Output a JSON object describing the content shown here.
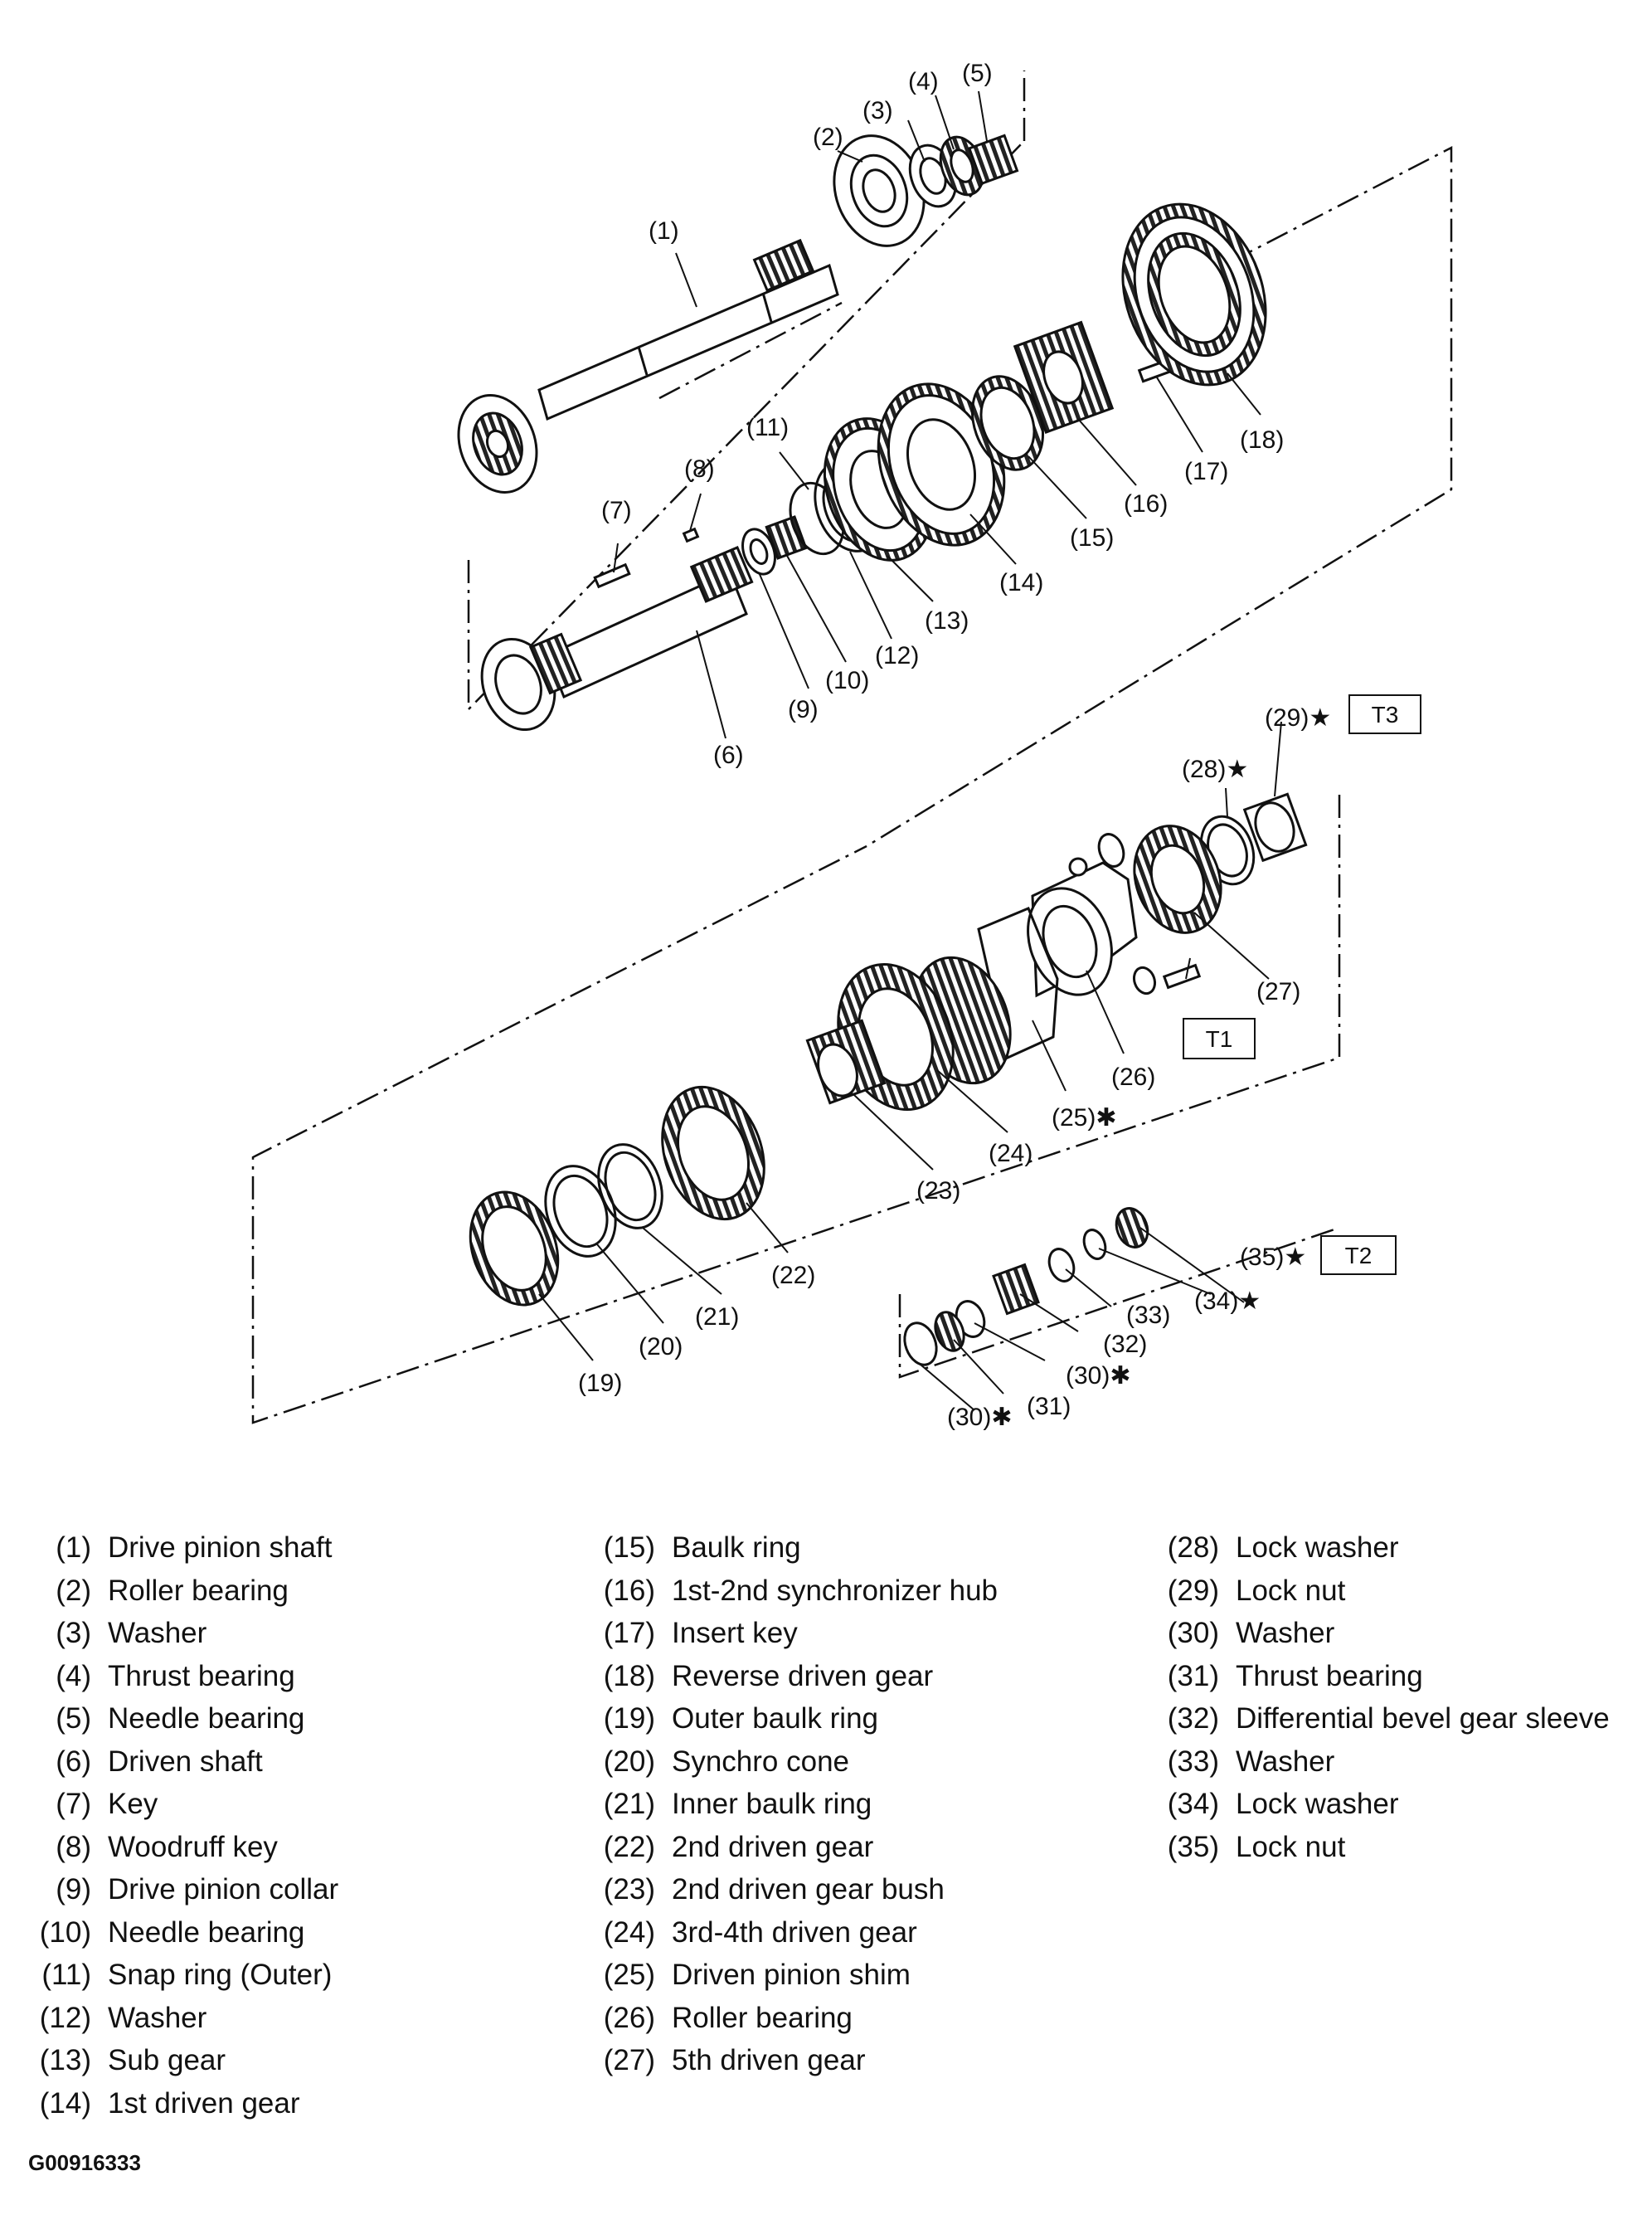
{
  "callouts": [
    {
      "id": "1",
      "text": "(1)"
    },
    {
      "id": "2",
      "text": "(2)"
    },
    {
      "id": "3",
      "text": "(3)"
    },
    {
      "id": "4",
      "text": "(4)"
    },
    {
      "id": "5",
      "text": "(5)"
    },
    {
      "id": "6",
      "text": "(6)"
    },
    {
      "id": "7",
      "text": "(7)"
    },
    {
      "id": "8",
      "text": "(8)"
    },
    {
      "id": "9",
      "text": "(9)"
    },
    {
      "id": "10",
      "text": "(10)"
    },
    {
      "id": "11",
      "text": "(11)"
    },
    {
      "id": "12",
      "text": "(12)"
    },
    {
      "id": "13",
      "text": "(13)"
    },
    {
      "id": "14",
      "text": "(14)"
    },
    {
      "id": "15",
      "text": "(15)"
    },
    {
      "id": "16",
      "text": "(16)"
    },
    {
      "id": "17",
      "text": "(17)"
    },
    {
      "id": "18",
      "text": "(18)"
    },
    {
      "id": "19",
      "text": "(19)"
    },
    {
      "id": "20",
      "text": "(20)"
    },
    {
      "id": "21",
      "text": "(21)"
    },
    {
      "id": "22",
      "text": "(22)"
    },
    {
      "id": "23",
      "text": "(23)"
    },
    {
      "id": "24",
      "text": "(24)"
    },
    {
      "id": "25",
      "text": "(25)✱"
    },
    {
      "id": "26",
      "text": "(26)"
    },
    {
      "id": "27",
      "text": "(27)"
    },
    {
      "id": "28",
      "text": "(28)★"
    },
    {
      "id": "29",
      "text": "(29)★"
    },
    {
      "id": "30a",
      "text": "(30)✱"
    },
    {
      "id": "30b",
      "text": "(30)✱"
    },
    {
      "id": "31",
      "text": "(31)"
    },
    {
      "id": "32",
      "text": "(32)"
    },
    {
      "id": "33",
      "text": "(33)"
    },
    {
      "id": "34",
      "text": "(34)★"
    },
    {
      "id": "35",
      "text": "(35)★"
    }
  ],
  "torque_boxes": {
    "t1": "T1",
    "t2": "T2",
    "t3": "T3"
  },
  "legend": {
    "col1": [
      {
        "num": "(1)",
        "text": "Drive pinion shaft"
      },
      {
        "num": "(2)",
        "text": "Roller bearing"
      },
      {
        "num": "(3)",
        "text": "Washer"
      },
      {
        "num": "(4)",
        "text": "Thrust bearing"
      },
      {
        "num": "(5)",
        "text": "Needle bearing"
      },
      {
        "num": "(6)",
        "text": "Driven shaft"
      },
      {
        "num": "(7)",
        "text": "Key"
      },
      {
        "num": "(8)",
        "text": "Woodruff key"
      },
      {
        "num": "(9)",
        "text": "Drive pinion collar"
      },
      {
        "num": "(10)",
        "text": "Needle bearing"
      },
      {
        "num": "(11)",
        "text": "Snap ring (Outer)"
      },
      {
        "num": "(12)",
        "text": "Washer"
      },
      {
        "num": "(13)",
        "text": "Sub gear"
      },
      {
        "num": "(14)",
        "text": "1st driven gear"
      }
    ],
    "col2": [
      {
        "num": "(15)",
        "text": "Baulk ring"
      },
      {
        "num": "(16)",
        "text": "1st-2nd synchronizer hub"
      },
      {
        "num": "(17)",
        "text": "Insert key"
      },
      {
        "num": "(18)",
        "text": "Reverse driven gear"
      },
      {
        "num": "(19)",
        "text": "Outer baulk ring"
      },
      {
        "num": "(20)",
        "text": "Synchro cone"
      },
      {
        "num": "(21)",
        "text": "Inner baulk ring"
      },
      {
        "num": "(22)",
        "text": "2nd driven gear"
      },
      {
        "num": "(23)",
        "text": "2nd driven gear bush"
      },
      {
        "num": "(24)",
        "text": "3rd-4th driven gear"
      },
      {
        "num": "(25)",
        "text": "Driven pinion shim"
      },
      {
        "num": "(26)",
        "text": "Roller bearing"
      },
      {
        "num": "(27)",
        "text": "5th driven gear"
      }
    ],
    "col3": [
      {
        "num": "(28)",
        "text": "Lock washer"
      },
      {
        "num": "(29)",
        "text": "Lock nut"
      },
      {
        "num": "(30)",
        "text": "Washer"
      },
      {
        "num": "(31)",
        "text": "Thrust bearing"
      },
      {
        "num": "(32)",
        "text": "Differential bevel gear sleeve"
      },
      {
        "num": "(33)",
        "text": "Washer"
      },
      {
        "num": "(34)",
        "text": "Lock washer"
      },
      {
        "num": "(35)",
        "text": "Lock nut"
      }
    ]
  },
  "figure_code": "G00916333"
}
